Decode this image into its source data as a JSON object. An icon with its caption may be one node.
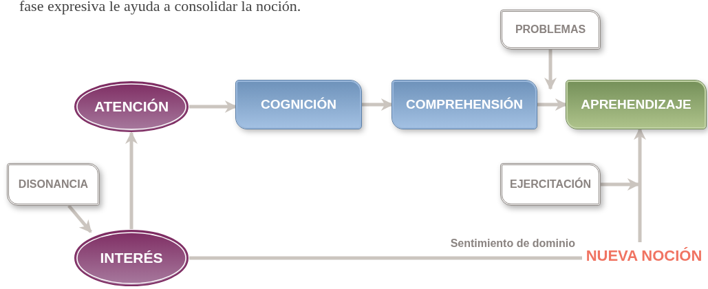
{
  "diagram": {
    "nodes": [
      {
        "text": [
          "ATENCIÓN"
        ]
      },
      {
        "text": [
          "COGNICIÓN"
        ]
      },
      {
        "text": [
          "COMPREHENSIÓN"
        ]
      },
      {
        "text": [
          "PROBLEMAS"
        ]
      },
      {
        "text": [
          "APREHENDIZAJE"
        ]
      },
      {
        "text": [
          "DISONANCIA"
        ]
      },
      {
        "text": [
          "INTERÉS"
        ]
      },
      {
        "text": [
          "EJERCITACIÓN"
        ]
      },
      {
        "text": [
          "NUEVA NOCIÓN"
        ]
      }
    ],
    "edges": [
      {
        "from": 0,
        "to": 1,
        "arrow": "to"
      },
      {
        "from": 1,
        "to": 2,
        "arrow": "to"
      },
      {
        "from": 2,
        "to": 4,
        "arrow": "to"
      },
      {
        "from": 3,
        "to": 4,
        "arrow": "to"
      },
      {
        "from": 5,
        "to": 6,
        "arrow": "to"
      },
      {
        "from": 6,
        "to": 0,
        "arrow": "to"
      },
      {
        "from": 6,
        "to": 8,
        "arrow": "none",
        "label": "Sentimiento de dominio"
      },
      {
        "from": 8,
        "to": 4,
        "arrow": "to"
      },
      {
        "from": 7,
        "to": null,
        "arrow": "to"
      }
    ],
    "labels": [
      "fase expresiva le ayuda a consolidar la noción."
    ]
  }
}
